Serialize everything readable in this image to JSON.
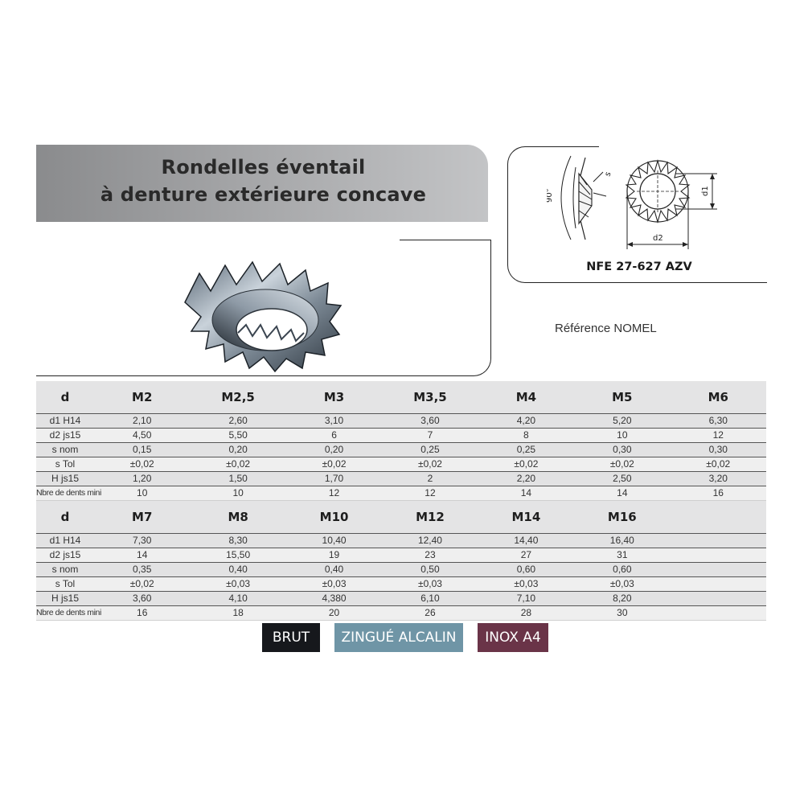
{
  "title": {
    "line1": "Rondelles éventail",
    "line2": "à denture extérieure concave"
  },
  "drawing": {
    "angle_label": "90°",
    "s_label": "s",
    "d1_label": "d1",
    "d2_label": "d2",
    "norm": "NFE 27-627 AZV"
  },
  "reference": "Référence NOMEL",
  "table1": {
    "header_label": "d",
    "sizes": [
      "M2",
      "M2,5",
      "M3",
      "M3,5",
      "M4",
      "M5",
      "M6"
    ],
    "rows": [
      {
        "label": "d1 H14",
        "values": [
          "2,10",
          "2,60",
          "3,10",
          "3,60",
          "4,20",
          "5,20",
          "6,30"
        ]
      },
      {
        "label": "d2 js15",
        "values": [
          "4,50",
          "5,50",
          "6",
          "7",
          "8",
          "10",
          "12"
        ]
      },
      {
        "label": "s nom",
        "values": [
          "0,15",
          "0,20",
          "0,20",
          "0,25",
          "0,25",
          "0,30",
          "0,30"
        ]
      },
      {
        "label": "s Tol",
        "values": [
          "±0,02",
          "±0,02",
          "±0,02",
          "±0,02",
          "±0,02",
          "±0,02",
          "±0,02"
        ]
      },
      {
        "label": "H js15",
        "values": [
          "1,20",
          "1,50",
          "1,70",
          "2",
          "2,20",
          "2,50",
          "3,20"
        ]
      },
      {
        "label": "Nbre de dents mini",
        "values": [
          "10",
          "10",
          "12",
          "12",
          "14",
          "14",
          "16"
        ]
      }
    ]
  },
  "table2": {
    "header_label": "d",
    "sizes": [
      "M7",
      "M8",
      "M10",
      "M12",
      "M14",
      "M16",
      ""
    ],
    "rows": [
      {
        "label": "d1 H14",
        "values": [
          "7,30",
          "8,30",
          "10,40",
          "12,40",
          "14,40",
          "16,40",
          ""
        ]
      },
      {
        "label": "d2 js15",
        "values": [
          "14",
          "15,50",
          "19",
          "23",
          "27",
          "31",
          ""
        ]
      },
      {
        "label": "s nom",
        "values": [
          "0,35",
          "0,40",
          "0,40",
          "0,50",
          "0,60",
          "0,60",
          ""
        ]
      },
      {
        "label": "s Tol",
        "values": [
          "±0,02",
          "±0,03",
          "±0,03",
          "±0,03",
          "±0,03",
          "±0,03",
          ""
        ]
      },
      {
        "label": "H js15",
        "values": [
          "3,60",
          "4,10",
          "4,380",
          "6,10",
          "7,10",
          "8,20",
          ""
        ]
      },
      {
        "label": "Nbre de dents mini",
        "values": [
          "16",
          "18",
          "20",
          "26",
          "28",
          "30",
          ""
        ]
      }
    ]
  },
  "finishes": [
    {
      "label": "BRUT",
      "color": "#16181c"
    },
    {
      "label": "ZINGUÉ ALCALIN",
      "color": "#6f95a6"
    },
    {
      "label": "INOX A4",
      "color": "#6a3448"
    }
  ]
}
